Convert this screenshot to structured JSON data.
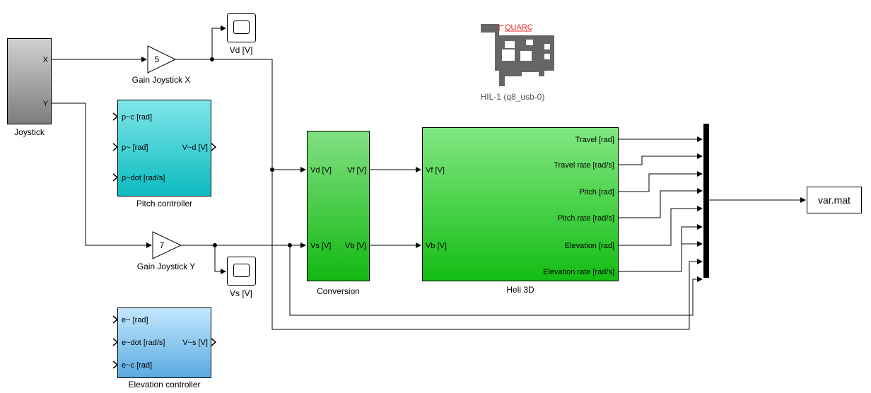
{
  "joystick": {
    "label": "Joystick",
    "port_x": "X",
    "port_y": "Y"
  },
  "gain_x": {
    "value": "5",
    "label": "Gain Joystick X"
  },
  "gain_y": {
    "value": "7",
    "label": "Gain Joystick Y"
  },
  "scope_vd": {
    "label": "Vd [V]"
  },
  "scope_vs": {
    "label": "Vs [V]"
  },
  "pitch_controller": {
    "label": "Pitch controller",
    "inputs": [
      "p~c [rad]",
      "p~ [rad]",
      "p~dot [rad/s]"
    ],
    "output": "V~d [V]"
  },
  "elevation_controller": {
    "label": "Elevation controller",
    "inputs": [
      "e~ [rad]",
      "e~dot [rad/s]",
      "e~c [rad]"
    ],
    "output": "V~s [V]"
  },
  "conversion": {
    "label": "Conversion",
    "inputs": [
      "Vd [V]",
      "Vs [V]"
    ],
    "outputs": [
      "Vf [V]",
      "Vb [V]"
    ]
  },
  "heli": {
    "label": "Heli 3D",
    "inputs": [
      "Vf [V]",
      "Vb [V]"
    ],
    "outputs": [
      "Travel [rad]",
      "Travel rate [rad/s]",
      "Pitch [rad]",
      "Pitch rate [rad/s]",
      "Elevation [rad]",
      "Elevation rate [rad/s]"
    ]
  },
  "hil": {
    "label": "HIL-1 (q8_usb-0)",
    "logo_text": "QUARC"
  },
  "to_file": {
    "label": "var.mat"
  },
  "colors": {
    "pitch_top": "#80e6ea",
    "pitch_bottom": "#0bbbbf",
    "elev_top": "#c3e7ff",
    "elev_bottom": "#5aabe1",
    "green_top": "#82e782",
    "green_bottom": "#14bd14",
    "joystick_top": "#d0d0d0",
    "joystick_bottom": "#7d7d7d",
    "hil_gray": "#666666",
    "quarc_red": "#e8231f"
  }
}
